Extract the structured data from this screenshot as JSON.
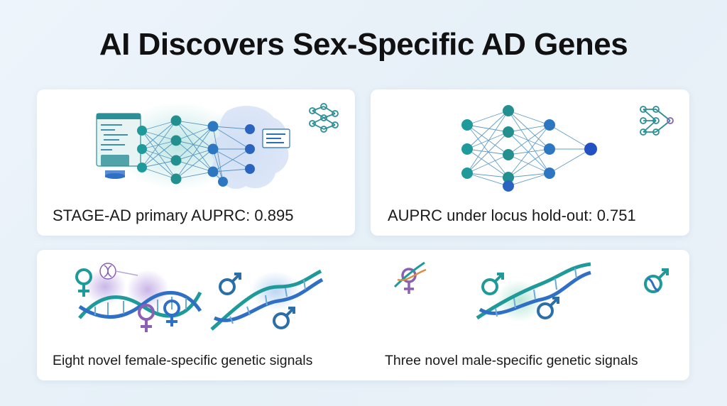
{
  "title": "AI Discovers Sex-Specific AD Genes",
  "cards": [
    {
      "caption": "STAGE-AD primary AUPRC: 0.895",
      "icon": "neural-network-icon",
      "illustration": "code-to-brain-network"
    },
    {
      "caption": "AUPRC under locus hold-out: 0.751",
      "icon": "network-graph-icon",
      "illustration": "neural-network"
    }
  ],
  "bottom": {
    "female_caption": "Eight novel female-specific genetic signals",
    "male_caption": "Three novel male-specific genetic signals",
    "icons": [
      "female-symbol-icon",
      "male-symbol-icon",
      "dna-helix-icon"
    ]
  },
  "colors": {
    "teal": "#1f9a9a",
    "blue": "#2f6fc6",
    "purple": "#8b5fb4",
    "lavender": "#c9b6e8"
  }
}
